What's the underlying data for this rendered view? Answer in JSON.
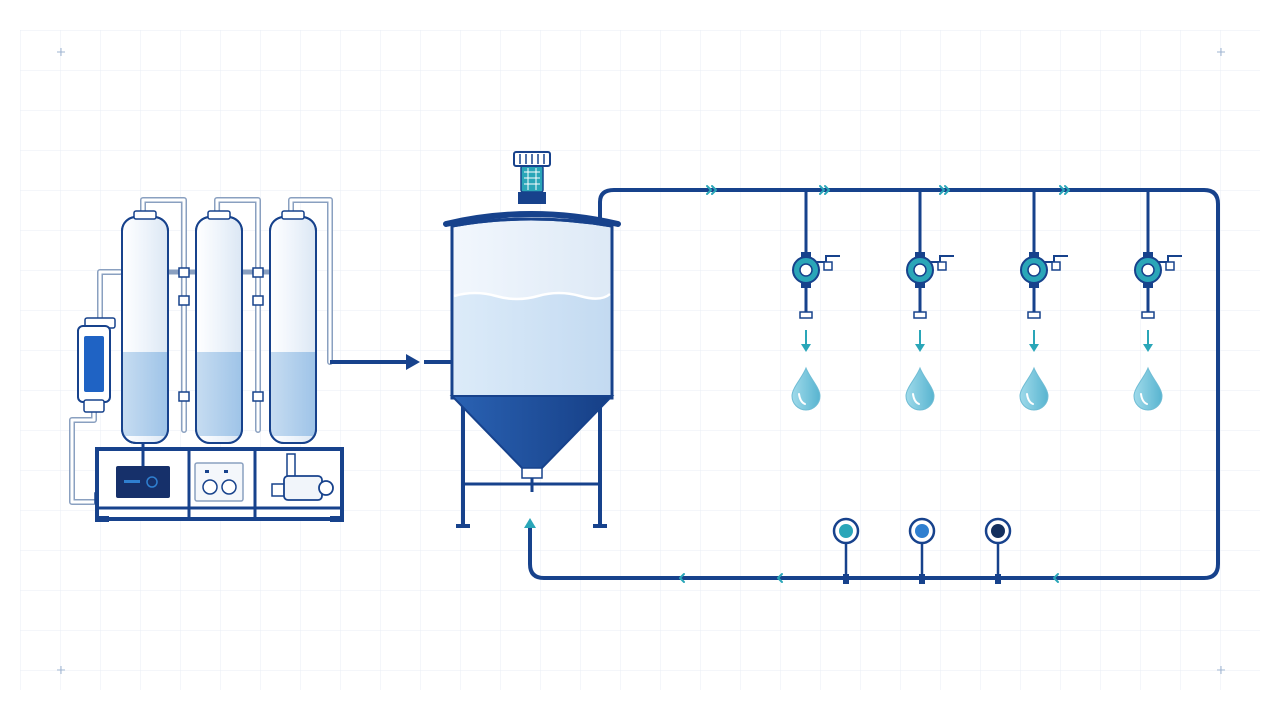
{
  "colors": {
    "background": "#ffffff",
    "grid": "#e8eef6",
    "navy": "#17428c",
    "steel": "#8aa0c0",
    "light_fill": "#eaf2fb",
    "water": "#b6d4ef",
    "teal": "#2aa6b8",
    "drop": "#7fc8dc",
    "blue": "#2f7fd0",
    "dark": "#14305e"
  },
  "diagram": {
    "nodes": [
      {
        "id": "pretreatment-skid",
        "kind": "filter-columns",
        "count": 3
      },
      {
        "id": "cartridge-filter",
        "kind": "inline-filter"
      },
      {
        "id": "storage-tank",
        "kind": "conical-tank"
      },
      {
        "id": "tank-top-unit",
        "kind": "uv-unit"
      },
      {
        "id": "dispense-points",
        "kind": "valve-with-drop",
        "count": 4
      },
      {
        "id": "loop-sensors",
        "kind": "gauge",
        "count": 3
      }
    ],
    "edges": [
      {
        "from": "pretreatment-skid",
        "to": "storage-tank"
      },
      {
        "from": "storage-tank",
        "to": "dispense-points",
        "via": "distribution-loop"
      },
      {
        "from": "dispense-points",
        "to": "storage-tank",
        "via": "return-line"
      }
    ],
    "icons": [
      "filter-column-icon",
      "valve-icon",
      "water-drop-icon",
      "gauge-icon",
      "pump-icon",
      "arrow-icon"
    ]
  }
}
